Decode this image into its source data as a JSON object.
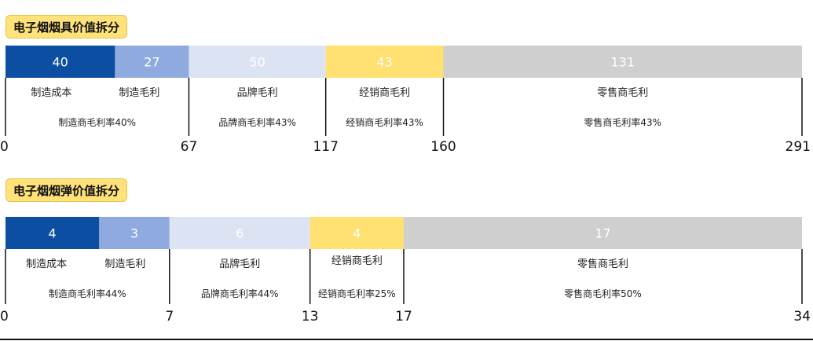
{
  "colors": {
    "manufacturing": "#0B4EA2",
    "manufacturing_light": "#8EAADF",
    "brand": "#DCE4F3",
    "distribution": "#FFE070",
    "retail": "#CFCFCF",
    "badge": "#FFE27A",
    "segment_text": "#FFFFFF"
  },
  "chart_data": [
    {
      "type": "bar",
      "title": "电子烟烟具价值拆分",
      "total": 291,
      "segments": [
        40,
        27,
        50,
        43,
        131
      ],
      "boundaries": [
        0,
        67,
        117,
        160,
        291
      ],
      "groups": [
        {
          "names": [
            "制造成本",
            "制造毛利"
          ],
          "margin": "制造商毛利率40%"
        },
        {
          "names": [
            "品牌毛利"
          ],
          "margin": "品牌商毛利率43%"
        },
        {
          "names": [
            "经销商毛利"
          ],
          "margin": "经销商毛利率43%"
        },
        {
          "names": [
            "零售商毛利"
          ],
          "margin": "零售商毛利率43%"
        }
      ]
    },
    {
      "type": "bar",
      "title": "电子烟烟弹价值拆分",
      "total": 34,
      "segments": [
        4,
        3,
        6,
        4,
        17
      ],
      "boundaries": [
        0,
        7,
        13,
        17,
        34
      ],
      "groups": [
        {
          "names": [
            "制造成本",
            "制造毛利"
          ],
          "margin": "制造商毛利率44%"
        },
        {
          "names": [
            "品牌毛利"
          ],
          "margin": "品牌商毛利率44%"
        },
        {
          "names": [
            "经销商毛利"
          ],
          "margin": "经销商毛利率25%"
        },
        {
          "names": [
            "零售商毛利"
          ],
          "margin": "零售商毛利率50%"
        }
      ]
    }
  ]
}
